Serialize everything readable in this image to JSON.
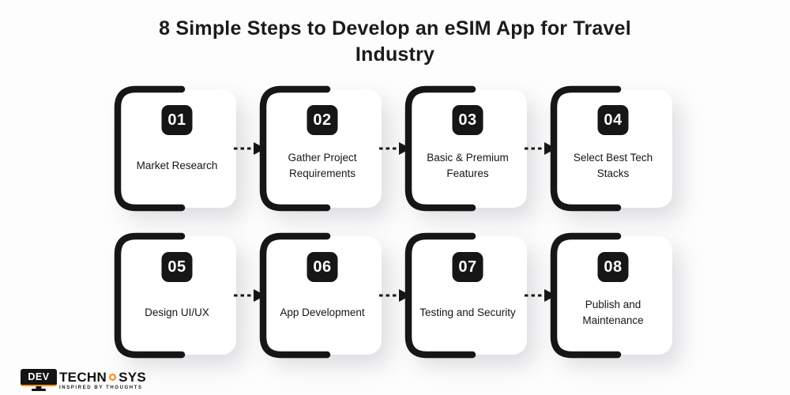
{
  "title": {
    "line1": "8 Simple Steps to Develop an eSIM App for Travel",
    "line2": "Industry"
  },
  "steps": [
    {
      "number": "01",
      "label": "Market Research"
    },
    {
      "number": "02",
      "label": "Gather Project Requirements"
    },
    {
      "number": "03",
      "label": "Basic & Premium Features"
    },
    {
      "number": "04",
      "label": "Select Best Tech Stacks"
    },
    {
      "number": "05",
      "label": "Design UI/UX"
    },
    {
      "number": "06",
      "label": "App Development"
    },
    {
      "number": "07",
      "label": "Testing and Security"
    },
    {
      "number": "08",
      "label": "Publish and Maintenance"
    }
  ],
  "connectors": {
    "style": "dashed-arrow",
    "count": 6
  },
  "logo": {
    "monitor_text": "DEV",
    "name_part1": "TECHN",
    "name_part2": "SYS",
    "tagline": "INSPIRED BY THOUGHTS"
  },
  "colors": {
    "ink": "#161616",
    "accent": "#F6921E",
    "card_background": "#FFFFFF",
    "page_background": "#FDFDFD"
  }
}
